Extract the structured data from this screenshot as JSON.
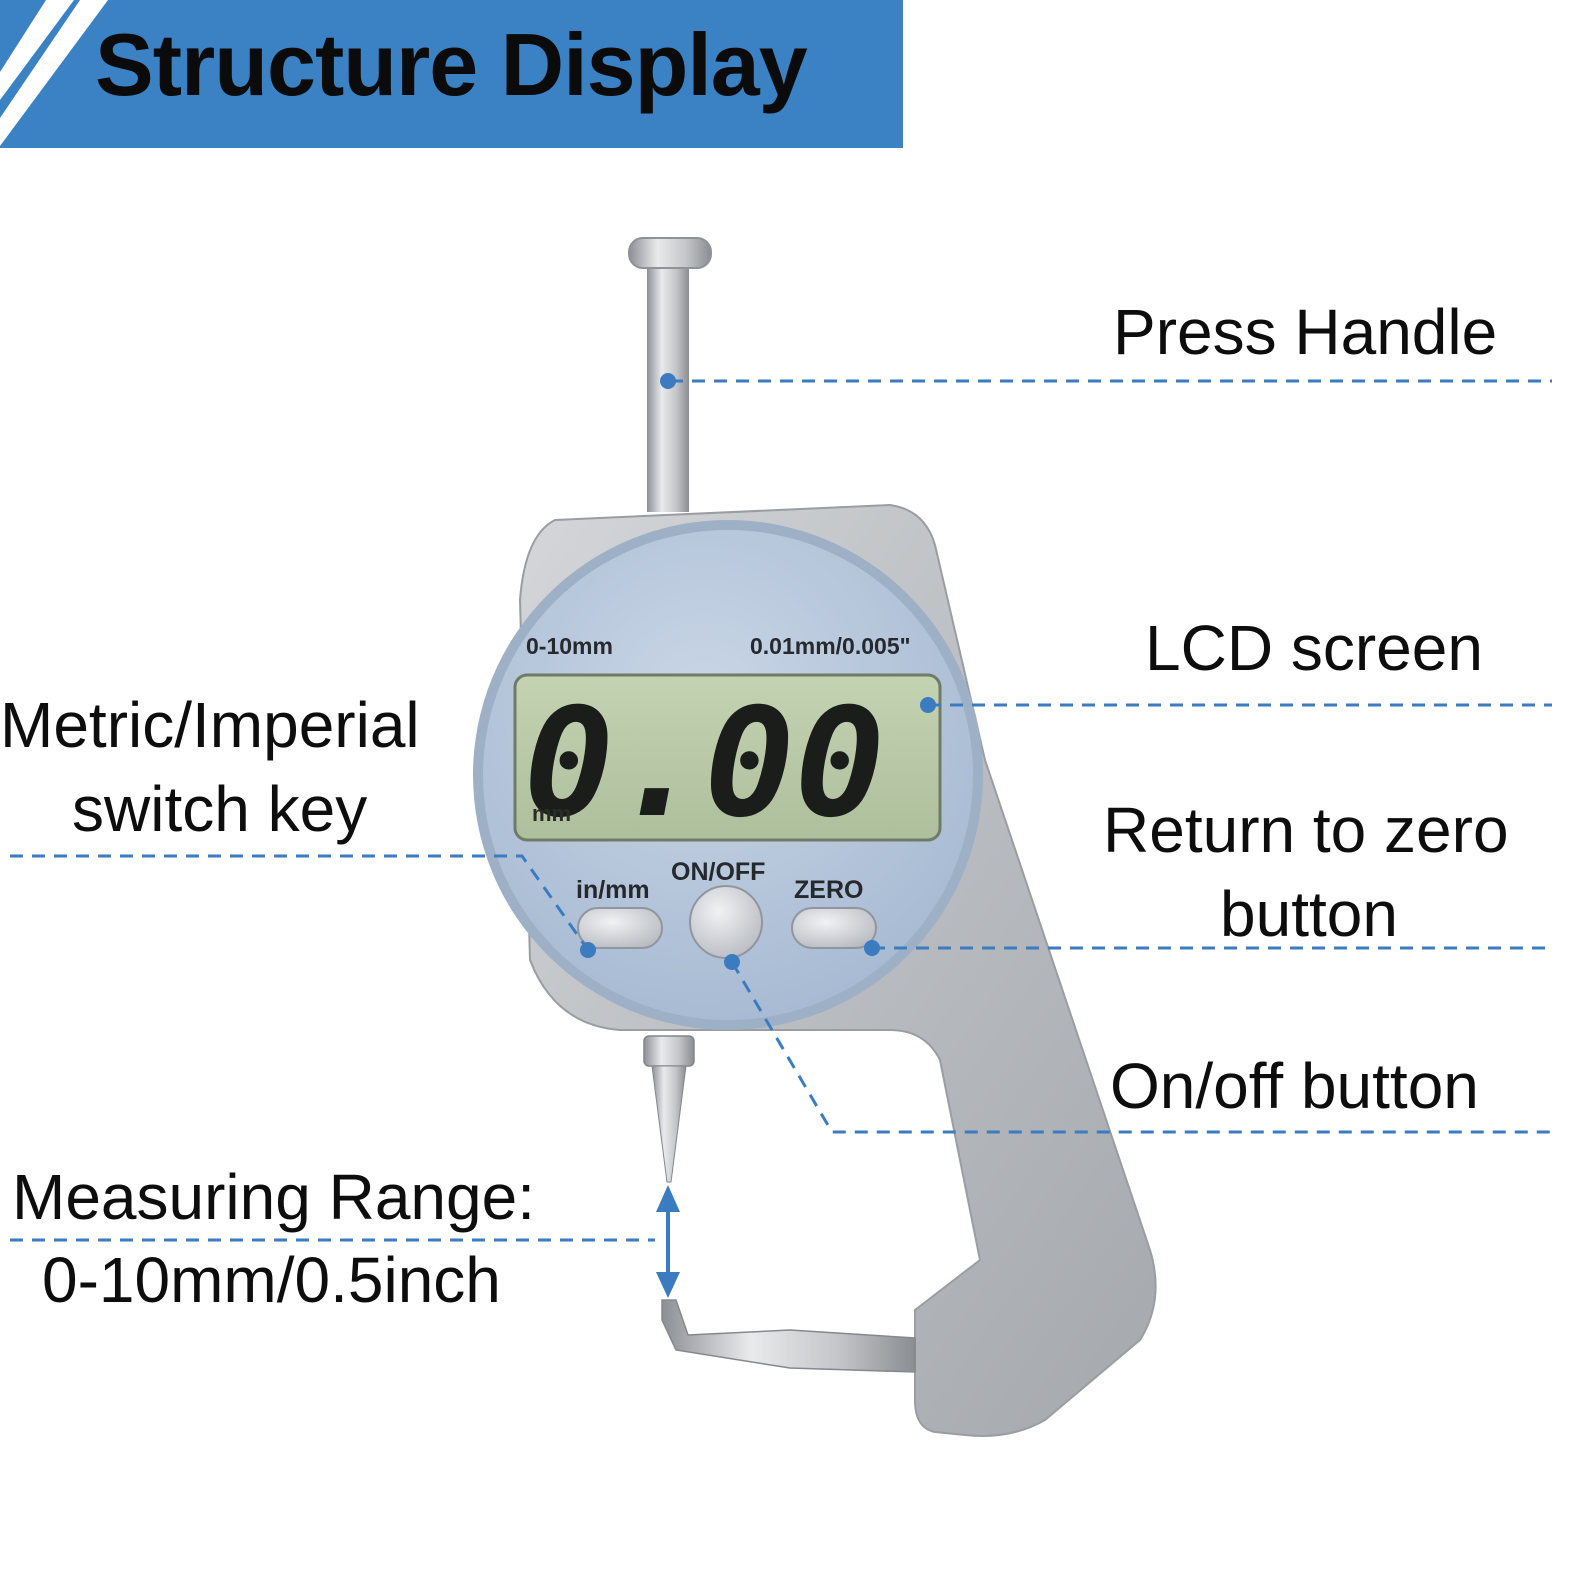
{
  "banner": {
    "title": "Structure Display",
    "color": "#3b82c4"
  },
  "accent_color": "#3b7bc0",
  "gauge": {
    "range_text": "0-10mm",
    "resolution_text": "0.01mm/0.005\"",
    "reading": "0.00",
    "unit": "mm",
    "btn_inmm": "in/mm",
    "btn_onoff": "ON/OFF",
    "btn_zero": "ZERO"
  },
  "labels": {
    "press_handle": "Press Handle",
    "lcd_screen": "LCD screen",
    "metric_line1": "Metric/Imperial",
    "metric_line2": "switch key",
    "zero_line1": "Return to zero",
    "zero_line2": "button",
    "onoff": "On/off button",
    "range_line1": "Measuring Range:",
    "range_line2": "0-10mm/0.5inch"
  }
}
